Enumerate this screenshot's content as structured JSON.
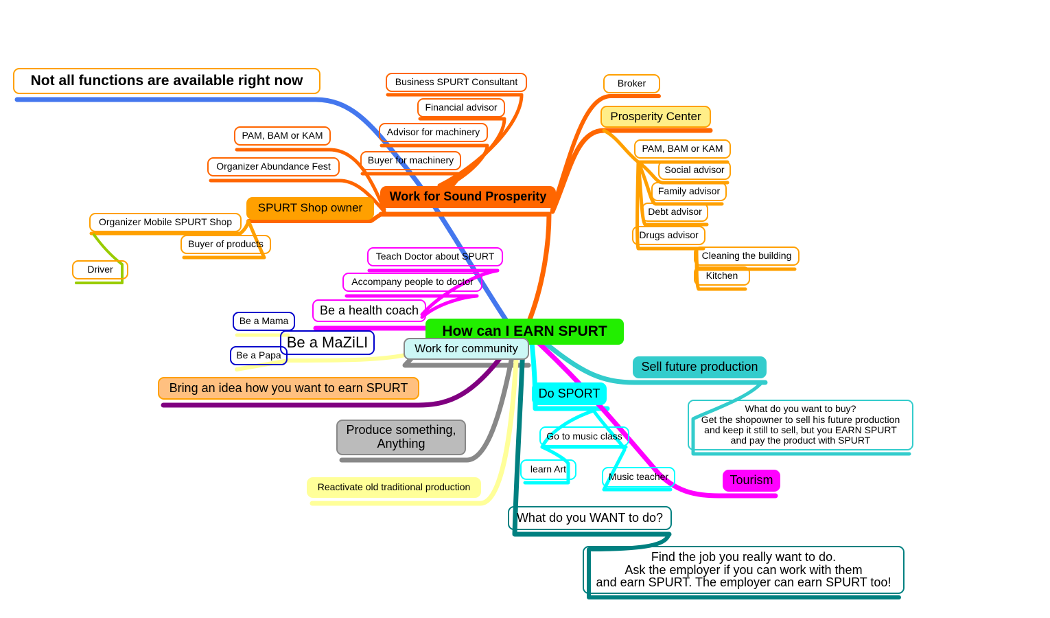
{
  "mindmap": {
    "central": "How can I EARN SPURT",
    "notice": "Not all functions are available right now",
    "prosperity": {
      "main": "Work for Sound Prosperity",
      "business_consultant": "Business SPURT Consultant",
      "financial_advisor": "Financial advisor",
      "advisor_machinery": "Advisor for machinery",
      "buyer_machinery": "Buyer for machinery",
      "pam_left": "PAM, BAM or KAM",
      "organizer_fest": "Organizer Abundance Fest",
      "shop_owner": "SPURT Shop owner",
      "organizer_mobile": "Organizer Mobile SPURT Shop",
      "buyer_products": "Buyer of products",
      "driver": "Driver",
      "broker": "Broker",
      "center": "Prosperity Center",
      "pam_right": "PAM, BAM or KAM",
      "social_advisor": "Social advisor",
      "family_advisor": "Family advisor",
      "debt_advisor": "Debt advisor",
      "drugs_advisor": "Drugs advisor",
      "cleaning": "Cleaning the building",
      "kitchen": "Kitchen"
    },
    "health": {
      "main": "Be a health coach",
      "teach_doctor": "Teach Doctor about SPURT",
      "accompany": "Accompany people to doctor"
    },
    "mazili": {
      "main": "Be a MaZiLI",
      "mama": "Be a Mama",
      "papa": "Be a Papa"
    },
    "community": "Work for community",
    "idea": "Bring an idea how you want to earn SPURT",
    "produce": "Produce something,\nAnything",
    "reactivate": "Reactivate old traditional production",
    "sell_future": {
      "main": "Sell future production",
      "detail": "What do you want to buy?\nGet the shopowner to sell his future production\nand keep it still to sell, but you EARN SPURT\nand pay the product with SPURT"
    },
    "sport": {
      "main": "Do SPORT",
      "music_class": "Go to music class",
      "learn_art": "learn Art",
      "music_teacher": "Music teacher"
    },
    "tourism": "Tourism",
    "want": {
      "main": "What do you WANT to do?",
      "detail": "Find the job you really want to do.\nAsk the employer if you can work with them\nand earn SPURT. The employer can earn SPURT too!"
    }
  },
  "colors": {
    "central": "#22ee00",
    "notice_line": "#4477ee",
    "prosperity": "#ff6600",
    "prosperity_light": "#ffa000",
    "prosperity_center_fill": "#ffee88",
    "shop_owner_fill": "#ffa000",
    "driver_line": "#99cc00",
    "health": "#ff00ff",
    "mazili": "#0000cc",
    "mazili_line": "#ffff99",
    "community_fill": "#ccf7f5",
    "community_line": "#888888",
    "idea_fill": "#ffc080",
    "idea_line": "#800080",
    "produce_fill": "#bbbbbb",
    "reactivate_fill": "#ffff99",
    "sell": "#33cccc",
    "sport": "#00ffff",
    "tourism": "#ff00ff",
    "want": "#008080"
  }
}
